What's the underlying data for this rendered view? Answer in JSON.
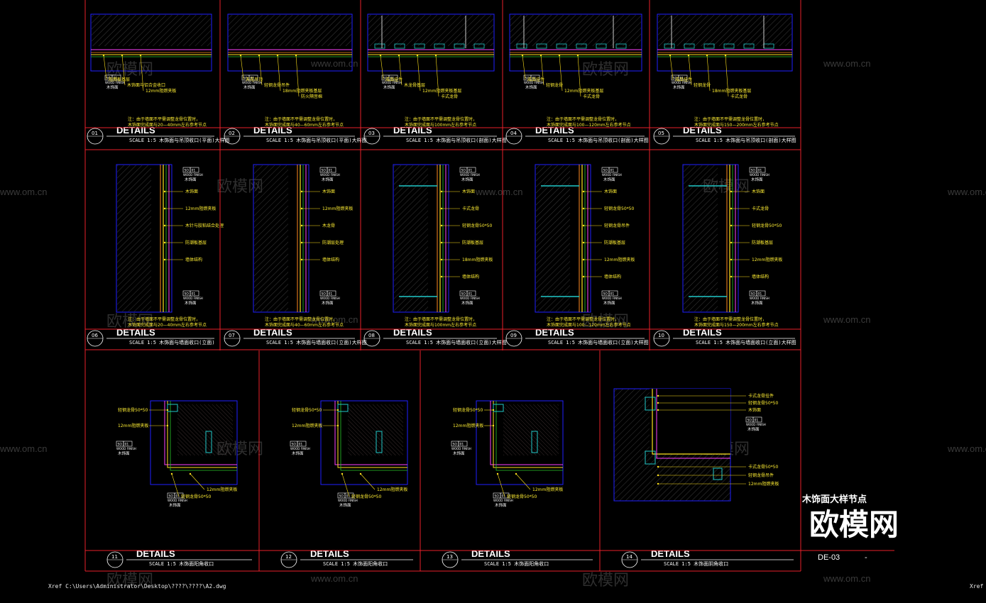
{
  "details_label": "DETAILS",
  "rows": [
    {
      "details": [
        {
          "num": "01",
          "scale": "SCALE 1:5 木饰面与吊顶收口(平面)大样图",
          "notes": [
            "注：由于墙面不平需调整龙骨位置时，",
            "木饰面完成面与20—40mm左右参考节点"
          ],
          "labels": [
            "阻燃板基层",
            "木饰面与铝合金收口",
            "12mm阻燃夹板"
          ]
        },
        {
          "num": "02",
          "scale": "SCALE 1:5 木饰面与吊顶收口(平面)大样图",
          "notes": [
            "注：由于墙面不平需调整龙骨位置时，",
            "木饰面完成面与40—60mm左右参考节点"
          ],
          "labels": [
            "天花吊顶",
            "轻钢龙骨吊件",
            "18mm阻燃夹板基层",
            "防火隔音棉"
          ]
        },
        {
          "num": "03",
          "scale": "SCALE 1:5 木饰面与吊顶收口(剖面)大样图",
          "notes": [
            "注：由于墙面不平需调整龙骨位置时，",
            "木饰面完成面与100mm左右参考节点"
          ],
          "labels": [
            "成品挂件",
            "木龙骨基层",
            "12mm阻燃夹板基层",
            "卡式龙骨"
          ]
        },
        {
          "num": "04",
          "scale": "SCALE 1:5 木饰面与吊顶收口(剖面)大样图",
          "notes": [
            "注：由于墙面不平需调整龙骨位置时，",
            "木饰面完成面与100—120mm左右参考节点"
          ],
          "labels": [
            "成品挂件",
            "轻钢龙骨",
            "12mm阻燃夹板基层",
            "卡式龙骨"
          ]
        },
        {
          "num": "05",
          "scale": "SCALE 1:5 木饰面与吊顶收口(剖面)大样图",
          "notes": [
            "注：由于墙面不平需调整龙骨位置时，",
            "木饰面完成面与150—200mm左右参考节点"
          ],
          "labels": [
            "成品挂件",
            "轻钢龙骨",
            "18mm阻燃夹板基层",
            "卡式龙骨"
          ]
        }
      ]
    },
    {
      "details": [
        {
          "num": "06",
          "scale": "SCALE 1:5 木饰面与墙面收口(立面)",
          "notes": [
            "注：由于墙面不平需调整龙骨位置时，",
            "木饰面完成面与20—40mm左右参考节点"
          ],
          "labels": [
            "木饰面",
            "12mm阻燃夹板",
            "木针与胶粘结合处理",
            "防潮板基层",
            "墙体结构"
          ]
        },
        {
          "num": "07",
          "scale": "SCALE 1:5 木饰面与墙面收口(立面)大样图",
          "notes": [
            "注：由于墙面不平需调整龙骨位置时，",
            "木饰面完成面与40—60mm左右参考节点"
          ],
          "labels": [
            "木饰面",
            "12mm阻燃夹板",
            "木龙骨",
            "防潮层处理",
            "墙体结构"
          ]
        },
        {
          "num": "08",
          "scale": "SCALE 1:5 木饰面与墙面收口(立面)大样图",
          "notes": [
            "注：由于墙面不平需调整龙骨位置时，",
            "木饰面完成面与100mm左右参考节点"
          ],
          "labels": [
            "木饰面",
            "卡式龙骨",
            "轻钢龙骨50*50",
            "防潮板基层",
            "18mm阻燃夹板",
            "墙体结构"
          ]
        },
        {
          "num": "09",
          "scale": "SCALE 1:5 木饰面与墙面收口(立面)大样图",
          "notes": [
            "注：由于墙面不平需调整龙骨位置时，",
            "木饰面完成面与100—120mm左右参考节点"
          ],
          "labels": [
            "木饰面",
            "轻钢龙骨50*50",
            "轻钢龙骨吊件",
            "防潮板基层",
            "12mm阻燃夹板",
            "墙体结构"
          ]
        },
        {
          "num": "10",
          "scale": "SCALE 1:5 木饰面与墙面收口(立面)大样图",
          "notes": [
            "注：由于墙面不平需调整龙骨位置时，",
            "木饰面完成面与150—200mm左右参考节点"
          ],
          "labels": [
            "木饰面",
            "卡式龙骨",
            "轻钢龙骨50*50",
            "防潮板基层",
            "12mm阻燃夹板",
            "墙体结构"
          ]
        }
      ]
    },
    {
      "details": [
        {
          "num": "11",
          "scale": "SCALE 1:5 木饰面阳角收口",
          "labels": [
            "轻钢龙骨50*50",
            "12mm阻燃夹板",
            "木饰面",
            "轻钢龙骨50*50",
            "12mm阻燃夹板",
            "木饰面"
          ]
        },
        {
          "num": "12",
          "scale": "SCALE 1:5 木饰面阳角收口",
          "labels": [
            "轻钢龙骨50*50",
            "12mm阻燃夹板",
            "木饰面",
            "轻钢龙骨50*50",
            "12mm阻燃夹板",
            "木饰面"
          ]
        },
        {
          "num": "13",
          "scale": "SCALE 1:5 木饰面阳角收口",
          "labels": [
            "轻钢龙骨50*50",
            "12mm阻燃夹板",
            "木饰面",
            "轻钢龙骨50*50",
            "12mm阻燃夹板",
            "木饰面"
          ]
        },
        {
          "num": "14",
          "scale": "SCALE 1:5 木饰面阴角收口",
          "labels": [
            "卡式龙骨挂件",
            "轻钢龙骨50*50",
            "木饰面",
            "卡式龙骨50*50",
            "轻钢龙骨吊件",
            "12mm阻燃夹板"
          ]
        }
      ]
    }
  ],
  "tag": {
    "code": "SO",
    "sheet": "01",
    "finish_code": "WOOD FINISH",
    "finish": "木饰面"
  },
  "sheet_title": "木饰面大样节点",
  "sheet_number": "DE-03",
  "sheet_dash": "-",
  "xref_left": "Xref C:\\Users\\Administrator\\Desktop\\????\\????\\A2.dwg",
  "xref_right": "Xref",
  "watermark_url": "www.om.cn",
  "watermark_cn": "欧模网",
  "brand": "欧模网",
  "colors": {
    "frame": "#e8202a",
    "wall": "#2020ff",
    "finish": "#ffe21c",
    "line": "#ff40ff",
    "green": "#28c828",
    "cyan": "#20c8c8",
    "orange": "#ff8a20",
    "white": "#ffffff"
  }
}
